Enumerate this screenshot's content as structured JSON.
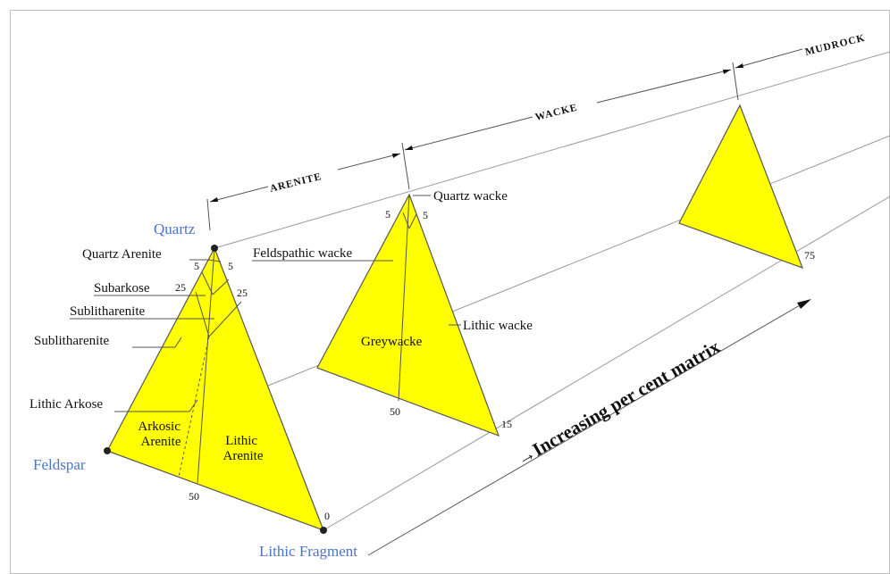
{
  "colors": {
    "triangle_fill": "#ffff00",
    "vertex_label": "#4a74c9",
    "line": "#555555",
    "frame": "#bfbfbf"
  },
  "vertices": {
    "quartz": "Quartz",
    "feldspar": "Feldspar",
    "lithic": "Lithic Fragment"
  },
  "ranges": {
    "arenite": "ARENITE",
    "wacke": "WACKE",
    "mudrock": "MUDROCK"
  },
  "axis": {
    "label": "Increasing per cent matrix"
  },
  "arenite_triangle": {
    "labels": {
      "quartz_arenite": "Quartz Arenite",
      "subarkose": "Subarkose",
      "sublitharenite_1": "Sublitharenite",
      "sublitharenite_2": "Sublitharenite",
      "lithic_arkose": "Lithic Arkose",
      "arkosic_arenite": "Arkosic\nArenite",
      "lithic_arenite": "Lithic\nArenite"
    },
    "numbers": {
      "n5_left": "5",
      "n5_right": "5",
      "n25_left": "25",
      "n25_right": "25",
      "n50": "50",
      "n0": "0"
    }
  },
  "wacke_triangle": {
    "labels": {
      "quartz_wacke": "Quartz wacke",
      "feldspathic_wacke": "Feldspathic wacke",
      "lithic_wacke": "Lithic wacke",
      "greywacke": "Greywacke"
    },
    "numbers": {
      "n5_left": "5",
      "n5_right": "5",
      "n50": "50",
      "n15": "15"
    }
  },
  "mudrock_triangle": {
    "numbers": {
      "n75": "75"
    }
  }
}
